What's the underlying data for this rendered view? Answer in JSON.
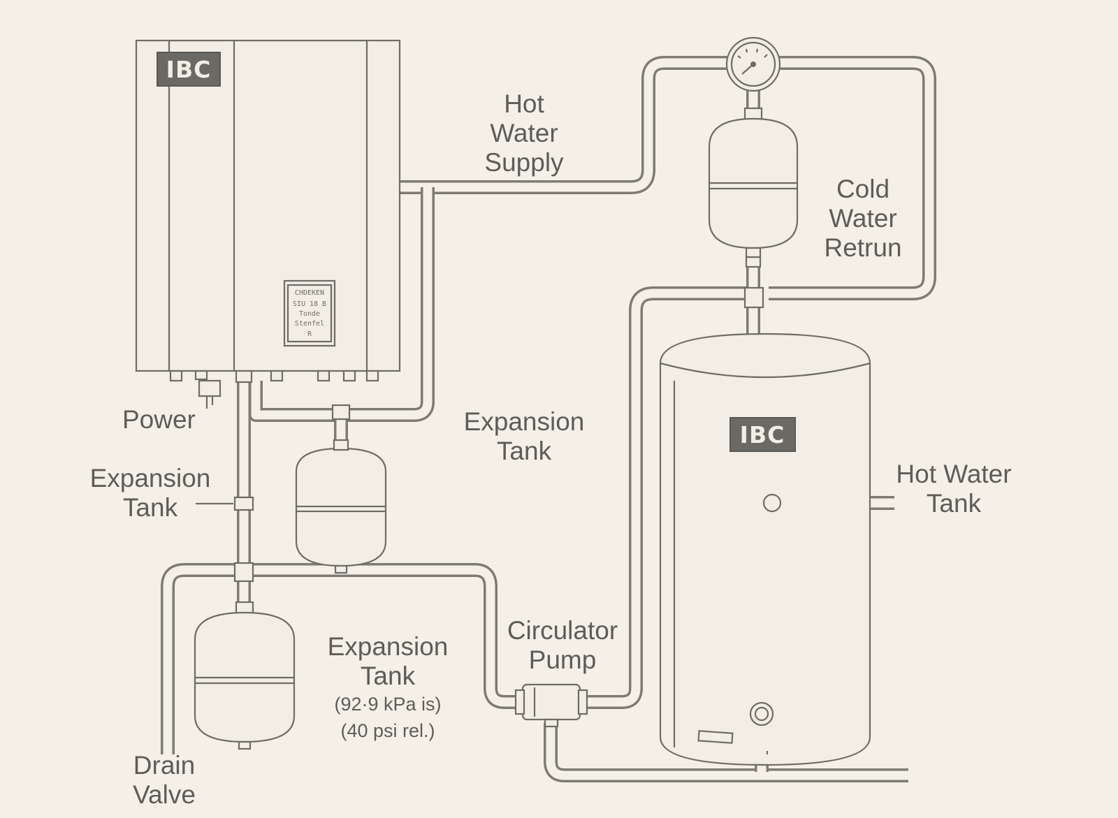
{
  "brand": {
    "logo": "IBC"
  },
  "control_panel": {
    "lines": [
      "CHDEKEN",
      "SIU 18 B",
      "Tonde",
      "Stenfel",
      "R"
    ]
  },
  "labels": {
    "hot_water_supply": [
      "Hot",
      "Water",
      "Supply"
    ],
    "cold_water_return": [
      "Cold",
      "Water",
      "Retrun"
    ],
    "power": "Power",
    "expansion_tank_left": [
      "Expansion",
      "Tank"
    ],
    "expansion_tank_mid": [
      "Expansion",
      "Tank"
    ],
    "expansion_tank_bottom": [
      "Expansion",
      "Tank"
    ],
    "expansion_tank_spec_1": "(92·9 kPa is)",
    "expansion_tank_spec_2": "(40 psi rel.)",
    "circulator_pump": [
      "Circulator",
      "Pump"
    ],
    "hot_water_tank": [
      "Hot Water",
      "Tank"
    ],
    "drain_valve": [
      "Drain",
      "Valve"
    ]
  },
  "colors": {
    "background": "#f4f0e8",
    "ink": "#6e6c66",
    "logo": "#6b6963"
  }
}
